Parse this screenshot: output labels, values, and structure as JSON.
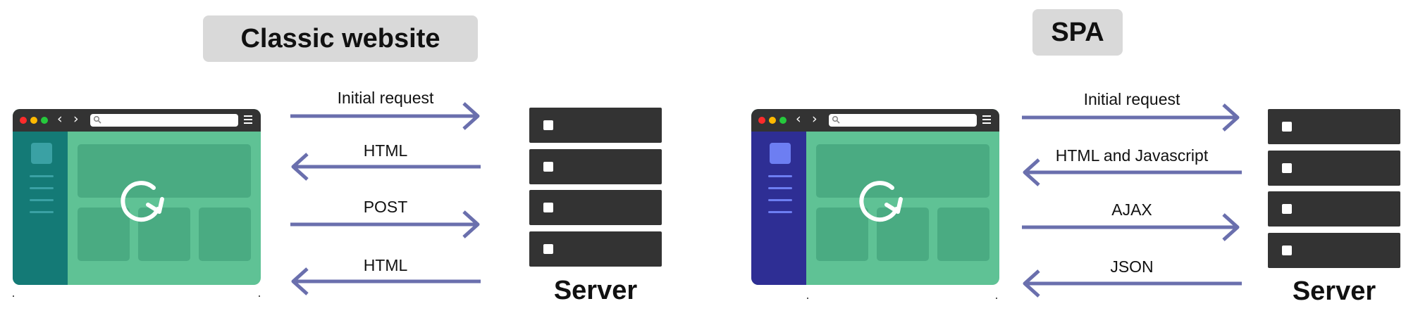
{
  "classic": {
    "title": "Classic website",
    "arrows": [
      {
        "label": "Initial request",
        "direction": "right"
      },
      {
        "label": "HTML",
        "direction": "left"
      },
      {
        "label": "POST",
        "direction": "right"
      },
      {
        "label": "HTML",
        "direction": "left"
      }
    ],
    "server_label": "Server",
    "sidebar_color": "#147a76"
  },
  "spa": {
    "title": "SPA",
    "arrows": [
      {
        "label": "Initial request",
        "direction": "right"
      },
      {
        "label": "HTML and Javascript",
        "direction": "left"
      },
      {
        "label": "AJAX",
        "direction": "right"
      },
      {
        "label": "JSON",
        "direction": "left"
      }
    ],
    "server_label": "Server",
    "sidebar_color": "#2e2e94"
  },
  "colors": {
    "arrow": "#6a6fad",
    "window_body": "#5fc295",
    "window_bar": "#333333",
    "server": "#333333"
  },
  "icons": [
    "reload-icon",
    "search-icon",
    "menu-icon",
    "back-arrow-icon",
    "forward-arrow-icon"
  ]
}
